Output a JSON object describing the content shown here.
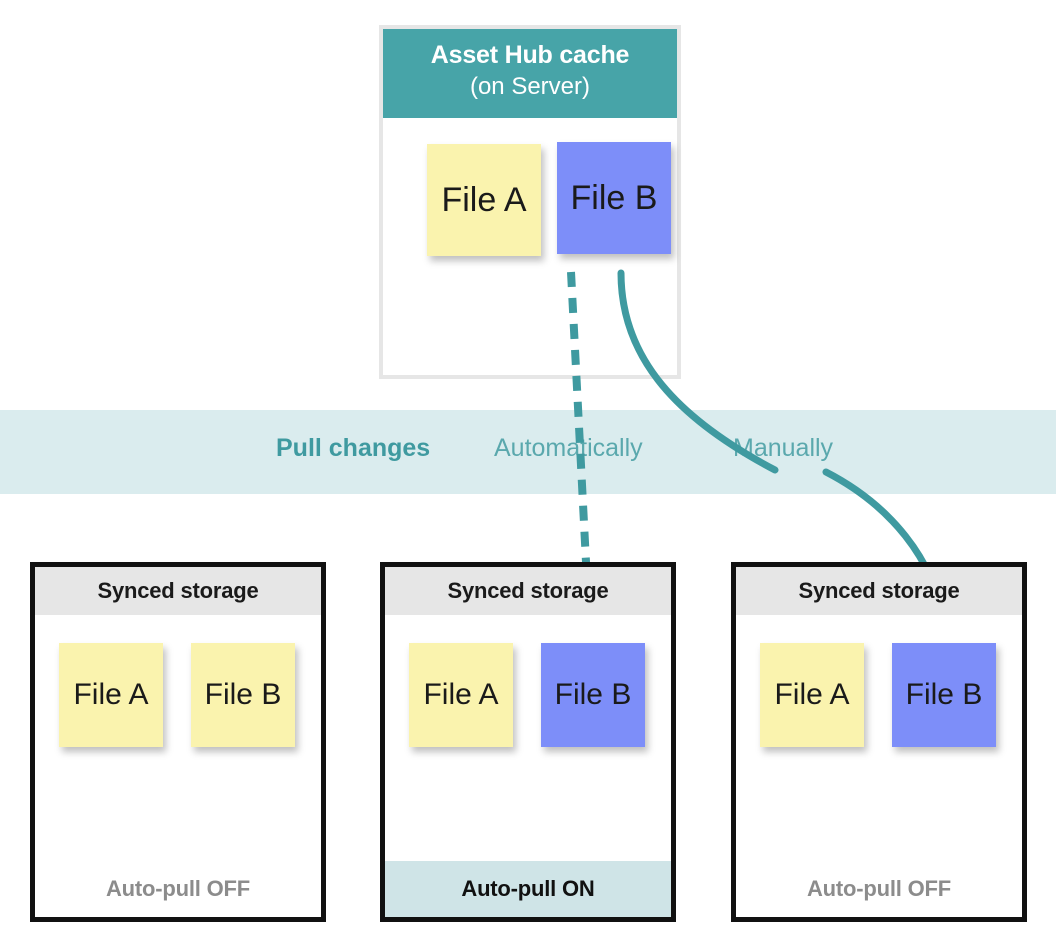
{
  "colors": {
    "teal_header": "#47a4a8",
    "teal_band": "#daecee",
    "teal_text": "#3f9aa0",
    "teal_text_light": "#5aa8ad",
    "arrow": "#3f9aa0",
    "note_yellow": "#faf3ae",
    "note_blue": "#7d8ef9",
    "box_border": "#111111",
    "storage_header_bg": "#e6e6e6",
    "footer_on_bg": "#cfe4e7",
    "footer_off_text": "#8c8c8c",
    "cache_border": "#e6e6e6"
  },
  "cache": {
    "title_main": "Asset Hub cache",
    "title_sub": "(on Server)",
    "notes": [
      {
        "label": "File A",
        "color": "yellow"
      },
      {
        "label": "File B",
        "color": "blue"
      }
    ]
  },
  "pull_band": {
    "title": "Pull changes",
    "automatic_label": "Automatically",
    "manual_label": "Manually"
  },
  "arrows": [
    {
      "name": "automatic-pull-arrow",
      "style": "dashed",
      "from": "cache File B",
      "to": "middle storage File B"
    },
    {
      "name": "manual-pull-arrow",
      "style": "solid-curved",
      "from": "cache File B",
      "to": "right storage File B"
    }
  ],
  "storage_boxes": [
    {
      "header": "Synced storage",
      "notes": [
        {
          "label": "File A",
          "color": "yellow"
        },
        {
          "label": "File B",
          "color": "yellow"
        }
      ],
      "footer": "Auto-pull OFF",
      "footer_state": "off"
    },
    {
      "header": "Synced storage",
      "notes": [
        {
          "label": "File A",
          "color": "yellow"
        },
        {
          "label": "File B",
          "color": "blue"
        }
      ],
      "footer": "Auto-pull ON",
      "footer_state": "on"
    },
    {
      "header": "Synced storage",
      "notes": [
        {
          "label": "File A",
          "color": "yellow"
        },
        {
          "label": "File B",
          "color": "blue"
        }
      ],
      "footer": "Auto-pull OFF",
      "footer_state": "off"
    }
  ]
}
